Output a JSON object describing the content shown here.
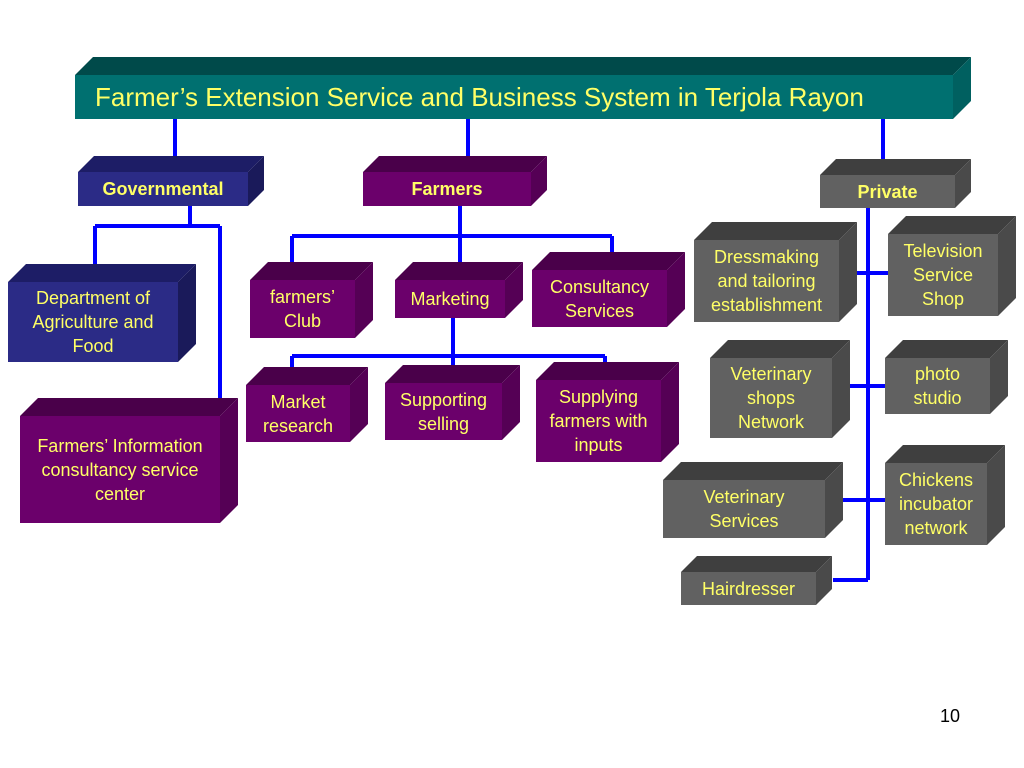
{
  "title": "Farmer’s Extension Service and Business System in Terjola Rayon",
  "colors": {
    "title_front": "#007070",
    "title_top": "#004a4a",
    "title_side": "#006060",
    "blue_front": "#2b2b86",
    "blue_top": "#1d1d66",
    "blue_side": "#1a1a5a",
    "purple_front": "#6b006b",
    "purple_top": "#4a004a",
    "purple_side": "#550055",
    "gray_front": "#616161",
    "gray_top": "#3f3f3f",
    "gray_side": "#4a4a4a",
    "text": "#ffff66",
    "connector": "#0000ff"
  },
  "categories": {
    "governmental": "Governmental",
    "farmers": "Farmers",
    "private": "Private"
  },
  "governmental_items": {
    "dept": "Department of Agriculture and Food",
    "fic": "Farmers’ Information consultancy service center"
  },
  "farmers_items": {
    "club": "farmers’ Club",
    "marketing": "Marketing",
    "consultancy": "Consultancy Services",
    "market_research": "Market research",
    "supporting_selling": "Supporting selling",
    "supplying": "Supplying farmers with inputs"
  },
  "private_items": {
    "dressmaking": "Dressmaking and tailoring establishment",
    "television": "Television Service Shop",
    "vet_shops": "Veterinary shops Network",
    "photo": "photo studio",
    "vet_services": "Veterinary Services",
    "chickens": "Chickens incubator network",
    "hairdresser": "Hairdresser"
  },
  "page_number": "10"
}
